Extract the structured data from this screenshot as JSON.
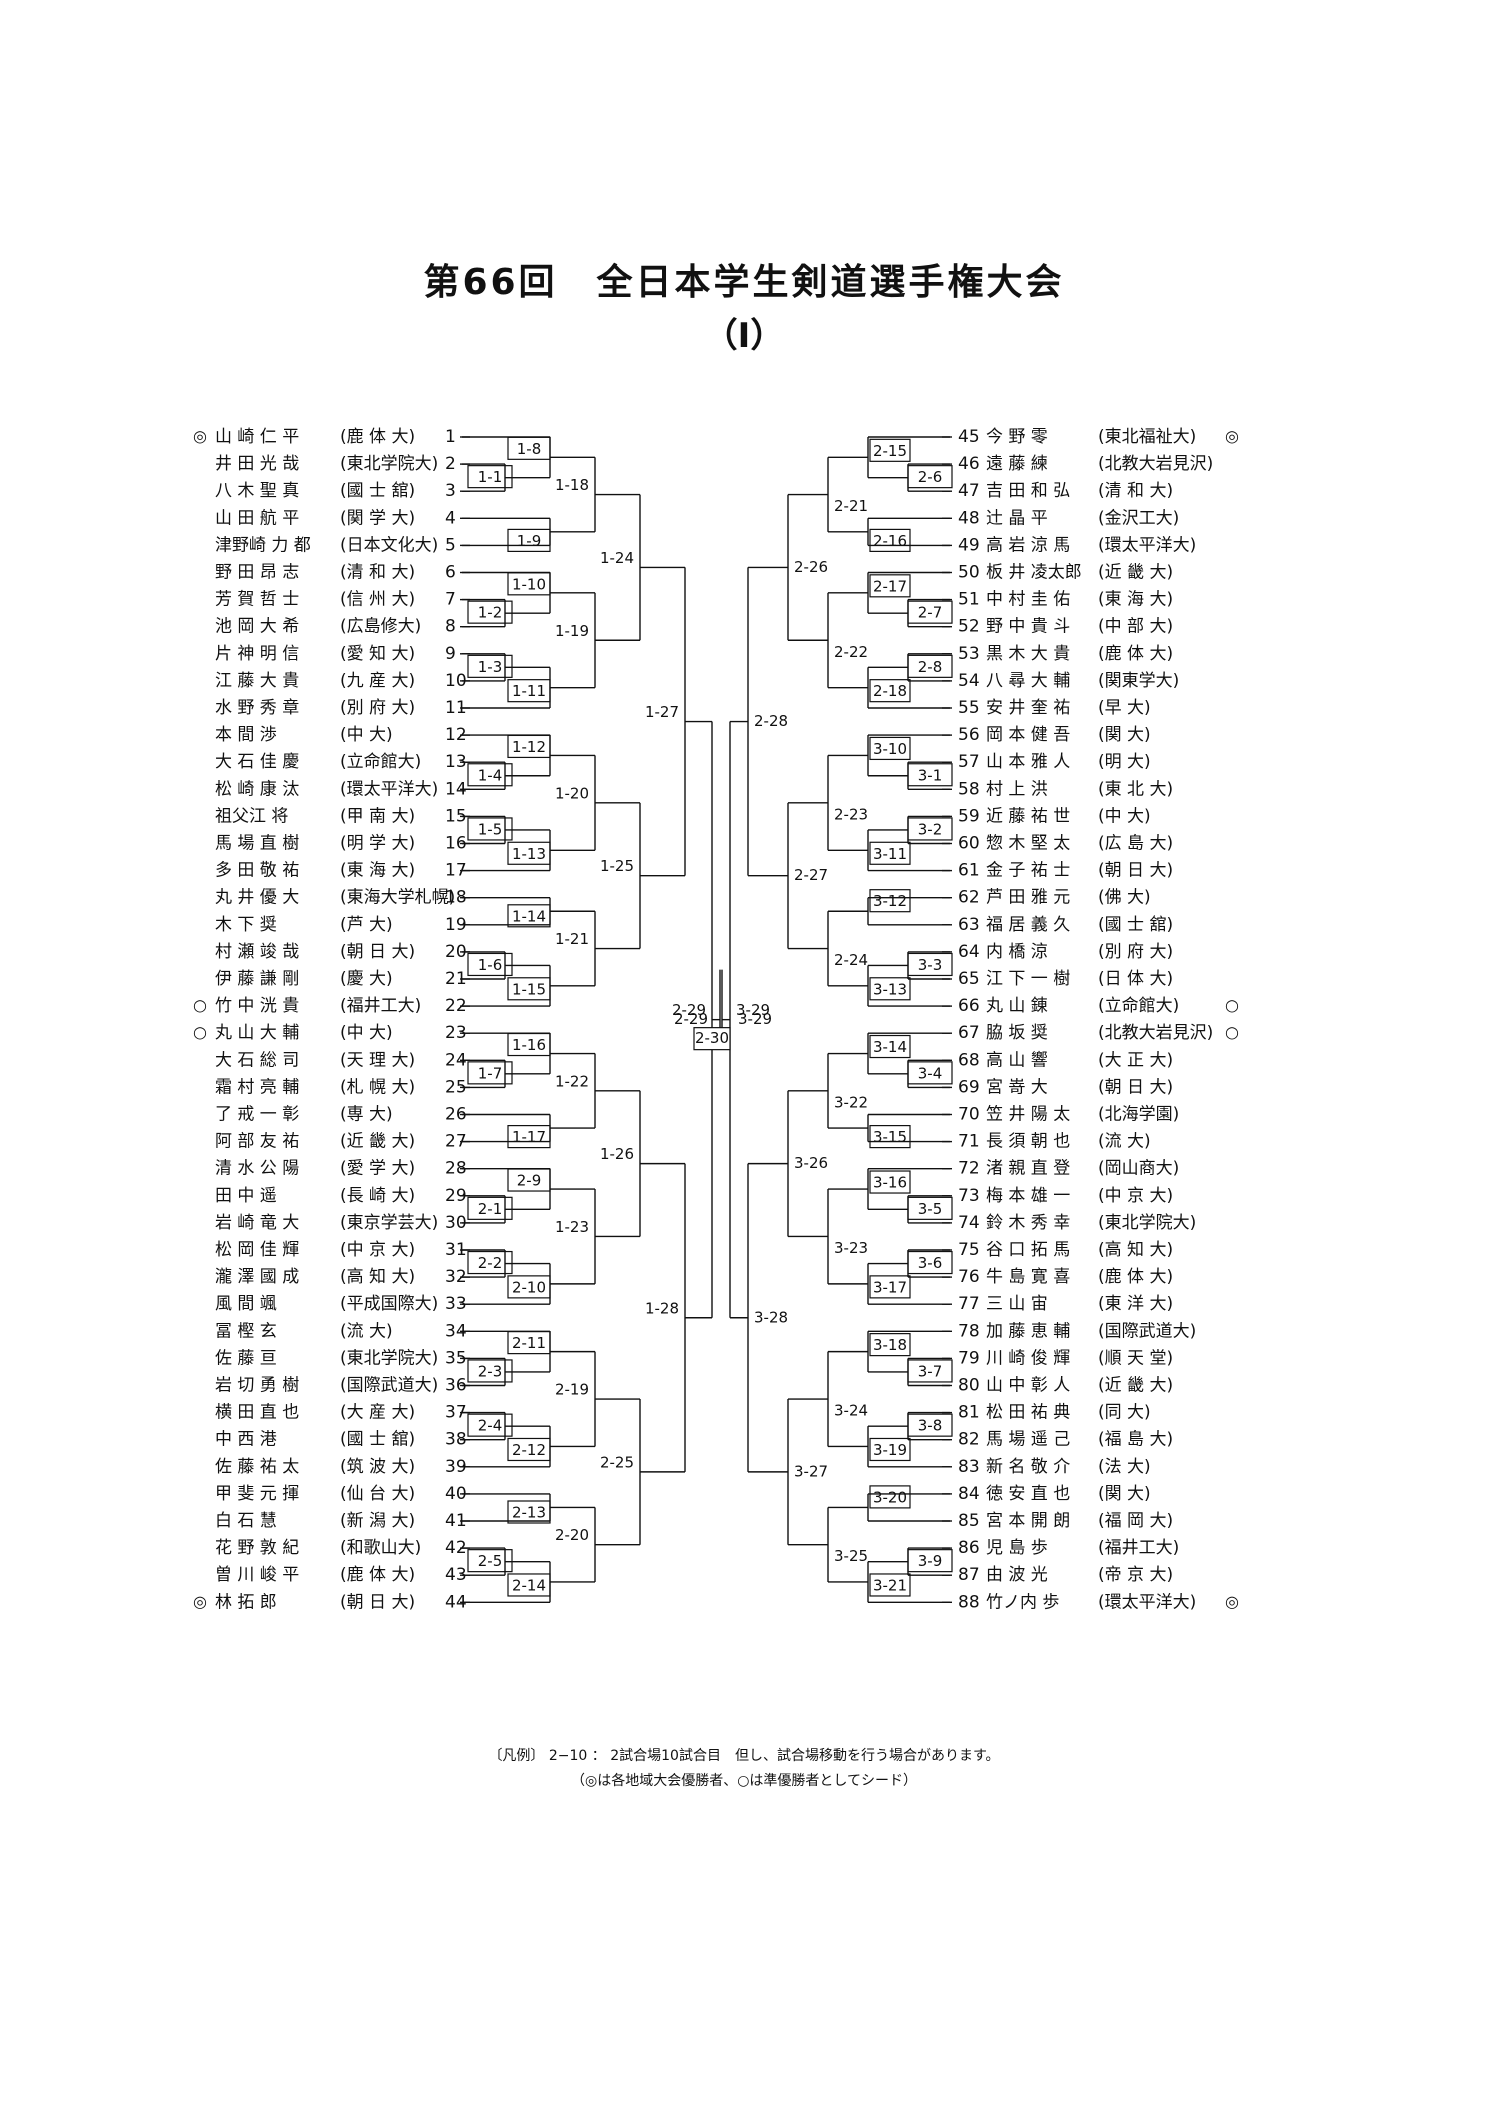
{
  "title": "第66回　全日本学生剣道選手権大会",
  "subtitle": "（Ⅰ）",
  "legend": "〔凡例〕 2−10 ： 2試合場10試合目　但し、試合場移動を行う場合があります。",
  "seed_note": "（◎は各地域大会優勝者、○は準優勝者としてシード）",
  "left_players": [
    {
      "no": "1",
      "name": "山 崎 仁 平",
      "univ": "(鹿 体 大)",
      "seed": "◎"
    },
    {
      "no": "2",
      "name": "井 田 光 哉",
      "univ": "(東北学院大)",
      "seed": ""
    },
    {
      "no": "3",
      "name": "八 木 聖 真",
      "univ": "(國 士 舘)",
      "seed": ""
    },
    {
      "no": "4",
      "name": "山 田 航 平",
      "univ": "(関 学 大)",
      "seed": ""
    },
    {
      "no": "5",
      "name": "津野崎 力 都",
      "univ": "(日本文化大)",
      "seed": ""
    },
    {
      "no": "6",
      "name": "野 田 昂 志",
      "univ": "(清 和 大)",
      "seed": ""
    },
    {
      "no": "7",
      "name": "芳 賀 哲 士",
      "univ": "(信 州 大)",
      "seed": ""
    },
    {
      "no": "8",
      "name": "池 岡 大 希",
      "univ": "(広島修大)",
      "seed": ""
    },
    {
      "no": "9",
      "name": "片 神 明 信",
      "univ": "(愛 知 大)",
      "seed": ""
    },
    {
      "no": "10",
      "name": "江 藤 大 貴",
      "univ": "(九 産 大)",
      "seed": ""
    },
    {
      "no": "11",
      "name": "水 野 秀 章",
      "univ": "(別 府 大)",
      "seed": ""
    },
    {
      "no": "12",
      "name": "本 間 渉",
      "univ": "(中 大)",
      "seed": ""
    },
    {
      "no": "13",
      "name": "大 石 佳 慶",
      "univ": "(立命館大)",
      "seed": ""
    },
    {
      "no": "14",
      "name": "松 崎 康 汰",
      "univ": "(環太平洋大)",
      "seed": ""
    },
    {
      "no": "15",
      "name": "祖父江 将",
      "univ": "(甲 南 大)",
      "seed": ""
    },
    {
      "no": "16",
      "name": "馬 場 直 樹",
      "univ": "(明 学 大)",
      "seed": ""
    },
    {
      "no": "17",
      "name": "多 田 敬 祐",
      "univ": "(東 海 大)",
      "seed": ""
    },
    {
      "no": "18",
      "name": "丸 井 優 大",
      "univ": "(東海大学札幌)",
      "seed": ""
    },
    {
      "no": "19",
      "name": "木 下 奨",
      "univ": "(芦 大)",
      "seed": ""
    },
    {
      "no": "20",
      "name": "村 瀬 竣 哉",
      "univ": "(朝 日 大)",
      "seed": ""
    },
    {
      "no": "21",
      "name": "伊 藤 謙 剛",
      "univ": "(慶 大)",
      "seed": ""
    },
    {
      "no": "22",
      "name": "竹 中 洸 貴",
      "univ": "(福井工大)",
      "seed": "○"
    },
    {
      "no": "23",
      "name": "丸 山 大 輔",
      "univ": "(中 大)",
      "seed": "○"
    },
    {
      "no": "24",
      "name": "大 石 総 司",
      "univ": "(天 理 大)",
      "seed": ""
    },
    {
      "no": "25",
      "name": "霜 村 亮 輔",
      "univ": "(札 幌 大)",
      "seed": ""
    },
    {
      "no": "26",
      "name": "了 戒 一 彰",
      "univ": "(専 大)",
      "seed": ""
    },
    {
      "no": "27",
      "name": "阿 部 友 祐",
      "univ": "(近 畿 大)",
      "seed": ""
    },
    {
      "no": "28",
      "name": "清 水 公 陽",
      "univ": "(愛 学 大)",
      "seed": ""
    },
    {
      "no": "29",
      "name": "田 中 遥",
      "univ": "(長 崎 大)",
      "seed": ""
    },
    {
      "no": "30",
      "name": "岩 崎 竜 大",
      "univ": "(東京学芸大)",
      "seed": ""
    },
    {
      "no": "31",
      "name": "松 岡 佳 輝",
      "univ": "(中 京 大)",
      "seed": ""
    },
    {
      "no": "32",
      "name": "瀧 澤 國 成",
      "univ": "(高 知 大)",
      "seed": ""
    },
    {
      "no": "33",
      "name": "風 間 颯",
      "univ": "(平成国際大)",
      "seed": ""
    },
    {
      "no": "34",
      "name": "冨 樫 玄",
      "univ": "(流 大)",
      "seed": ""
    },
    {
      "no": "35",
      "name": "佐 藤 亘",
      "univ": "(東北学院大)",
      "seed": ""
    },
    {
      "no": "36",
      "name": "岩 切 勇 樹",
      "univ": "(国際武道大)",
      "seed": ""
    },
    {
      "no": "37",
      "name": "横 田 直 也",
      "univ": "(大 産 大)",
      "seed": ""
    },
    {
      "no": "38",
      "name": "中 西 港",
      "univ": "(國 士 舘)",
      "seed": ""
    },
    {
      "no": "39",
      "name": "佐 藤 祐 太",
      "univ": "(筑 波 大)",
      "seed": ""
    },
    {
      "no": "40",
      "name": "甲 斐 元 揮",
      "univ": "(仙 台 大)",
      "seed": ""
    },
    {
      "no": "41",
      "name": "白 石 慧",
      "univ": "(新 潟 大)",
      "seed": ""
    },
    {
      "no": "42",
      "name": "花 野 敦 紀",
      "univ": "(和歌山大)",
      "seed": ""
    },
    {
      "no": "43",
      "name": "曽 川 峻 平",
      "univ": "(鹿 体 大)",
      "seed": ""
    },
    {
      "no": "44",
      "name": "林 拓 郎",
      "univ": "(朝 日 大)",
      "seed": "◎"
    }
  ],
  "right_players": [
    {
      "no": "45",
      "name": "今 野 零",
      "univ": "(東北福祉大)",
      "seed": "◎"
    },
    {
      "no": "46",
      "name": "遠 藤 練",
      "univ": "(北教大岩見沢)",
      "seed": ""
    },
    {
      "no": "47",
      "name": "吉 田 和 弘",
      "univ": "(清 和 大)",
      "seed": ""
    },
    {
      "no": "48",
      "name": "辻 晶 平",
      "univ": "(金沢工大)",
      "seed": ""
    },
    {
      "no": "49",
      "name": "高 岩 涼 馬",
      "univ": "(環太平洋大)",
      "seed": ""
    },
    {
      "no": "50",
      "name": "板 井 凌太郎",
      "univ": "(近 畿 大)",
      "seed": ""
    },
    {
      "no": "51",
      "name": "中 村 圭 佑",
      "univ": "(東 海 大)",
      "seed": ""
    },
    {
      "no": "52",
      "name": "野 中 貴 斗",
      "univ": "(中 部 大)",
      "seed": ""
    },
    {
      "no": "53",
      "name": "黒 木 大 貴",
      "univ": "(鹿 体 大)",
      "seed": ""
    },
    {
      "no": "54",
      "name": "八 尋 大 輔",
      "univ": "(関東学大)",
      "seed": ""
    },
    {
      "no": "55",
      "name": "安 井 奎 祐",
      "univ": "(早 大)",
      "seed": ""
    },
    {
      "no": "56",
      "name": "岡 本 健 吾",
      "univ": "(関 大)",
      "seed": ""
    },
    {
      "no": "57",
      "name": "山 本 雅 人",
      "univ": "(明 大)",
      "seed": ""
    },
    {
      "no": "58",
      "name": "村 上 洪",
      "univ": "(東 北 大)",
      "seed": ""
    },
    {
      "no": "59",
      "name": "近 藤 祐 世",
      "univ": "(中 大)",
      "seed": ""
    },
    {
      "no": "60",
      "name": "惣 木 堅 太",
      "univ": "(広 島 大)",
      "seed": ""
    },
    {
      "no": "61",
      "name": "金 子 祐 士",
      "univ": "(朝 日 大)",
      "seed": ""
    },
    {
      "no": "62",
      "name": "芦 田 雅 元",
      "univ": "(佛 大)",
      "seed": ""
    },
    {
      "no": "63",
      "name": "福 居 義 久",
      "univ": "(國 士 舘)",
      "seed": ""
    },
    {
      "no": "64",
      "name": "内 橋 涼",
      "univ": "(別 府 大)",
      "seed": ""
    },
    {
      "no": "65",
      "name": "江 下 一 樹",
      "univ": "(日 体 大)",
      "seed": ""
    },
    {
      "no": "66",
      "name": "丸 山 錬",
      "univ": "(立命館大)",
      "seed": "○"
    },
    {
      "no": "67",
      "name": "脇 坂 奨",
      "univ": "(北教大岩見沢)",
      "seed": "○"
    },
    {
      "no": "68",
      "name": "高 山 響",
      "univ": "(大 正 大)",
      "seed": ""
    },
    {
      "no": "69",
      "name": "宮 嵜 大",
      "univ": "(朝 日 大)",
      "seed": ""
    },
    {
      "no": "70",
      "name": "笠 井 陽 太",
      "univ": "(北海学園)",
      "seed": ""
    },
    {
      "no": "71",
      "name": "長 須 朝 也",
      "univ": "(流 大)",
      "seed": ""
    },
    {
      "no": "72",
      "name": "渚 親 直 登",
      "univ": "(岡山商大)",
      "seed": ""
    },
    {
      "no": "73",
      "name": "梅 本 雄 一",
      "univ": "(中 京 大)",
      "seed": ""
    },
    {
      "no": "74",
      "name": "鈴 木 秀 幸",
      "univ": "(東北学院大)",
      "seed": ""
    },
    {
      "no": "75",
      "name": "谷 口 拓 馬",
      "univ": "(高 知 大)",
      "seed": ""
    },
    {
      "no": "76",
      "name": "牛 島 寛 喜",
      "univ": "(鹿 体 大)",
      "seed": ""
    },
    {
      "no": "77",
      "name": "三 山 宙",
      "univ": "(東 洋 大)",
      "seed": ""
    },
    {
      "no": "78",
      "name": "加 藤 恵 輔",
      "univ": "(国際武道大)",
      "seed": ""
    },
    {
      "no": "79",
      "name": "川 崎 俊 輝",
      "univ": "(順 天 堂)",
      "seed": ""
    },
    {
      "no": "80",
      "name": "山 中 彰 人",
      "univ": "(近 畿 大)",
      "seed": ""
    },
    {
      "no": "81",
      "name": "松 田 祐 典",
      "univ": "(同 大)",
      "seed": ""
    },
    {
      "no": "82",
      "name": "馬 場 遥 己",
      "univ": "(福 島 大)",
      "seed": ""
    },
    {
      "no": "83",
      "name": "新 名 敬 介",
      "univ": "(法 大)",
      "seed": ""
    },
    {
      "no": "84",
      "name": "徳 安 直 也",
      "univ": "(関 大)",
      "seed": ""
    },
    {
      "no": "85",
      "name": "宮 本 開 朗",
      "univ": "(福 岡 大)",
      "seed": ""
    },
    {
      "no": "86",
      "name": "児 島 歩",
      "univ": "(福井工大)",
      "seed": ""
    },
    {
      "no": "87",
      "name": "由 波 光",
      "univ": "(帝 京 大)",
      "seed": ""
    },
    {
      "no": "88",
      "name": "竹ノ内 歩",
      "univ": "(環太平洋大)",
      "seed": "◎"
    }
  ],
  "matches": [
    {
      "id": "1-1",
      "label": "1-1"
    },
    {
      "id": "1-2",
      "label": "1-2"
    },
    {
      "id": "1-3",
      "label": "1-3"
    },
    {
      "id": "1-4",
      "label": "1-4"
    },
    {
      "id": "1-5",
      "label": "1-5"
    },
    {
      "id": "1-6",
      "label": "1-6"
    },
    {
      "id": "1-7",
      "label": "1-7"
    },
    {
      "id": "1-8",
      "label": "1-8"
    },
    {
      "id": "1-9",
      "label": "1-9"
    },
    {
      "id": "1-10",
      "label": "1-10"
    },
    {
      "id": "1-11",
      "label": "1-11"
    },
    {
      "id": "1-12",
      "label": "1-12"
    },
    {
      "id": "1-13",
      "label": "1-13"
    },
    {
      "id": "1-14",
      "label": "1-14"
    },
    {
      "id": "1-15",
      "label": "1-15"
    },
    {
      "id": "1-16",
      "label": "1-16"
    },
    {
      "id": "1-17",
      "label": "1-17"
    },
    {
      "id": "1-18",
      "label": "1-18"
    },
    {
      "id": "1-19",
      "label": "1-19"
    },
    {
      "id": "1-20",
      "label": "1-20"
    },
    {
      "id": "1-21",
      "label": "1-21"
    },
    {
      "id": "1-22",
      "label": "1-22"
    },
    {
      "id": "1-23",
      "label": "1-23"
    },
    {
      "id": "1-24",
      "label": "1-24"
    },
    {
      "id": "1-25",
      "label": "1-25"
    },
    {
      "id": "1-26",
      "label": "1-26"
    },
    {
      "id": "1-27",
      "label": "1-27"
    },
    {
      "id": "1-28",
      "label": "1-28"
    },
    {
      "id": "2-1",
      "label": "2-1"
    },
    {
      "id": "2-2",
      "label": "2-2"
    },
    {
      "id": "2-3",
      "label": "2-3"
    },
    {
      "id": "2-4",
      "label": "2-4"
    },
    {
      "id": "2-5",
      "label": "2-5"
    },
    {
      "id": "2-6",
      "label": "2-6"
    },
    {
      "id": "2-7",
      "label": "2-7"
    },
    {
      "id": "2-8",
      "label": "2-8"
    },
    {
      "id": "2-9",
      "label": "2-9"
    },
    {
      "id": "2-10",
      "label": "2-10"
    },
    {
      "id": "2-11",
      "label": "2-11"
    },
    {
      "id": "2-12",
      "label": "2-12"
    },
    {
      "id": "2-13",
      "label": "2-13"
    },
    {
      "id": "2-14",
      "label": "2-14"
    },
    {
      "id": "2-15",
      "label": "2-15"
    },
    {
      "id": "2-16",
      "label": "2-16"
    },
    {
      "id": "2-17",
      "label": "2-17"
    },
    {
      "id": "2-18",
      "label": "2-18"
    },
    {
      "id": "2-19",
      "label": "2-19"
    },
    {
      "id": "2-20",
      "label": "2-20"
    },
    {
      "id": "2-21",
      "label": "2-21"
    },
    {
      "id": "2-22",
      "label": "2-22"
    },
    {
      "id": "2-25",
      "label": "2-25"
    },
    {
      "id": "2-26",
      "label": "2-26"
    },
    {
      "id": "2-27",
      "label": "2-27"
    },
    {
      "id": "2-28",
      "label": "2-28"
    },
    {
      "id": "2-23",
      "label": "2-23"
    },
    {
      "id": "2-24",
      "label": "2-24"
    },
    {
      "id": "2-29",
      "label": "2-29"
    },
    {
      "id": "2-30",
      "label": "2-30"
    },
    {
      "id": "3-1",
      "label": "3-1"
    },
    {
      "id": "3-2",
      "label": "3-2"
    },
    {
      "id": "3-3",
      "label": "3-3"
    },
    {
      "id": "3-4",
      "label": "3-4"
    },
    {
      "id": "3-5",
      "label": "3-5"
    },
    {
      "id": "3-6",
      "label": "3-6"
    },
    {
      "id": "3-7",
      "label": "3-7"
    },
    {
      "id": "3-8",
      "label": "3-8"
    },
    {
      "id": "3-9",
      "label": "3-9"
    },
    {
      "id": "3-10",
      "label": "3-10"
    },
    {
      "id": "3-11",
      "label": "3-11"
    },
    {
      "id": "3-12",
      "label": "3-12"
    },
    {
      "id": "3-13",
      "label": "3-13"
    },
    {
      "id": "3-14",
      "label": "3-14"
    },
    {
      "id": "3-15",
      "label": "3-15"
    },
    {
      "id": "3-16",
      "label": "3-16"
    },
    {
      "id": "3-17",
      "label": "3-17"
    },
    {
      "id": "3-18",
      "label": "3-18"
    },
    {
      "id": "3-19",
      "label": "3-19"
    },
    {
      "id": "3-20",
      "label": "3-20"
    },
    {
      "id": "3-21",
      "label": "3-21"
    },
    {
      "id": "3-22",
      "label": "3-22"
    },
    {
      "id": "3-23",
      "label": "3-23"
    },
    {
      "id": "3-24",
      "label": "3-24"
    },
    {
      "id": "3-25",
      "label": "3-25"
    },
    {
      "id": "3-26",
      "label": "3-26"
    },
    {
      "id": "3-27",
      "label": "3-27"
    },
    {
      "id": "3-28",
      "label": "3-28"
    },
    {
      "id": "3-29",
      "label": "3-29"
    }
  ]
}
